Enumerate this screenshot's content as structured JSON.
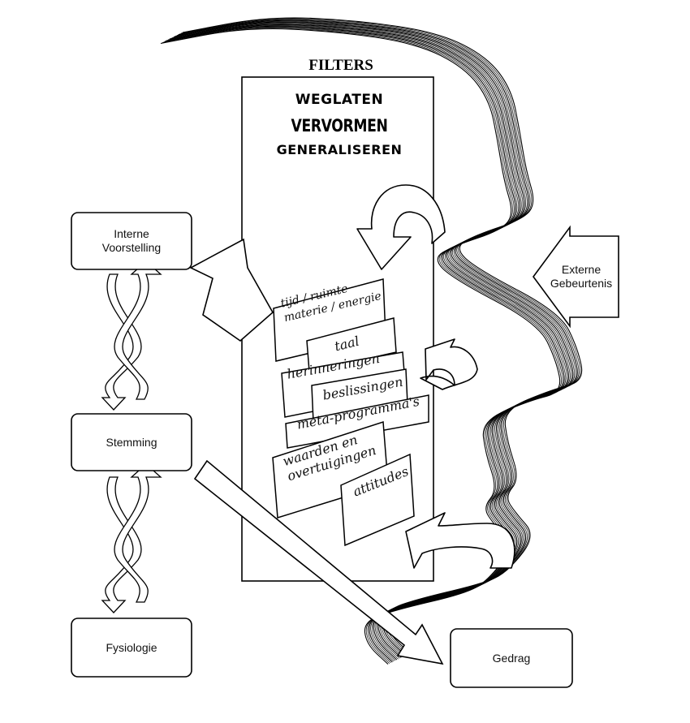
{
  "filters": {
    "title": "FILTERS",
    "operations": [
      "WEGLATEN",
      "VERVORMEN",
      "GENERALISEREN"
    ]
  },
  "nodes": {
    "interne_voorstelling": [
      "Interne",
      "Voorstelling"
    ],
    "stemming": "Stemming",
    "fysiologie": "Fysiologie",
    "externe_gebeurtenis": [
      "Externe",
      "Gebeurtenis"
    ],
    "gedrag": "Gedrag"
  },
  "filter_cards": {
    "tijd_ruimte": [
      "tijd / ruimte",
      "materie / energie"
    ],
    "taal": "taal",
    "herinneringen": "herinneringen",
    "beslissingen": "beslissingen",
    "meta_programmas": "meta-programma's",
    "waarden": [
      "waarden en",
      "overtuigingen"
    ],
    "attitudes": "attitudes"
  },
  "colors": {
    "ink": "#000000",
    "paper": "#ffffff"
  }
}
